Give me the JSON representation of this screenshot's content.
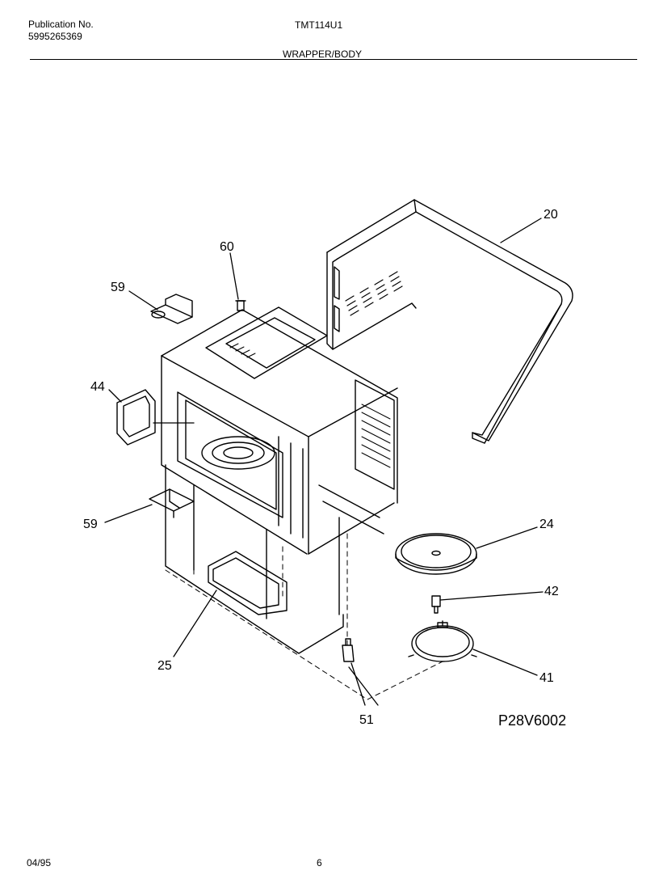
{
  "header": {
    "publication_label": "Publication No.",
    "publication_number": "5995265369",
    "model": "TMT114U1",
    "section_title": "WRAPPER/BODY"
  },
  "callouts": [
    "20",
    "60",
    "59",
    "44",
    "59",
    "24",
    "42",
    "25",
    "41",
    "51"
  ],
  "drawing_number": "P28V6002",
  "footer": {
    "date": "04/95",
    "page": "6"
  }
}
